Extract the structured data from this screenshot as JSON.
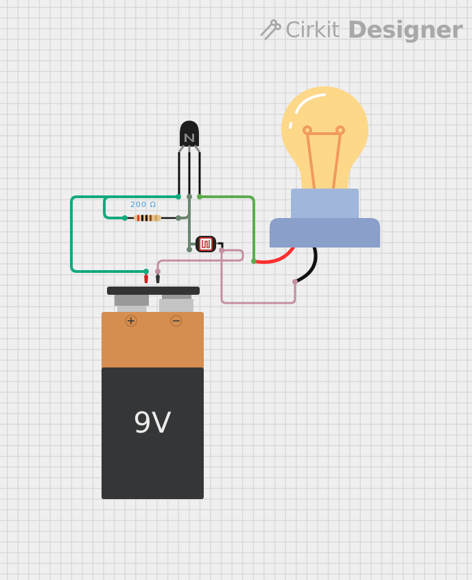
{
  "branding": {
    "logo_word1": "Cirkit",
    "logo_word2": "Designer",
    "logo_icon": "circuit-traces-icon"
  },
  "components": {
    "transistor": {
      "type": "NPN transistor",
      "marking": "N"
    },
    "resistor": {
      "label": "200 Ω",
      "value_ohms": 200
    },
    "photoresistor": {
      "type": "LDR / photocell"
    },
    "bulb": {
      "type": "incandescent light bulb"
    },
    "battery": {
      "label": "9V",
      "plus_symbol": "+",
      "minus_symbol": "−"
    }
  },
  "colors": {
    "background": "#efefef",
    "grid": "#d9d9d9",
    "wire_teal": "#12a97e",
    "wire_gray_green": "#6b8570",
    "wire_green": "#5cab4e",
    "wire_pink": "#c48fa0",
    "wire_red": "#ff2e2e",
    "wire_black": "#111111",
    "battery_orange": "#d58e4f",
    "battery_body": "#353637",
    "bulb_glass": "#fdd888",
    "bulb_filament": "#f09a5e",
    "bulb_base_top": "#a0b7db",
    "bulb_base_bottom": "#8a9fc9"
  }
}
